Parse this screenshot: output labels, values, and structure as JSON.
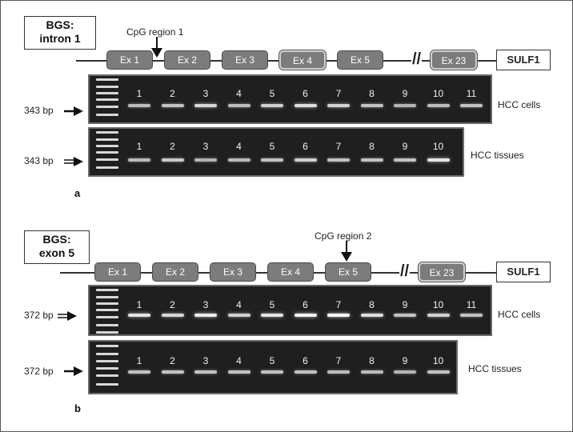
{
  "panel_a": {
    "letter": "a",
    "region_label_line1": "BGS:",
    "region_label_line2": "intron 1",
    "cpg_label": "CpG region 1",
    "exons": [
      "Ex 1",
      "Ex 2",
      "Ex 3",
      "Ex 4",
      "Ex 5",
      "Ex 23"
    ],
    "gene": "SULF1",
    "gel_cells": {
      "bp": "343 bp",
      "sample": "HCC cells",
      "lanes": [
        "1",
        "2",
        "3",
        "4",
        "5",
        "6",
        "7",
        "8",
        "9",
        "10",
        "11"
      ],
      "intensity": [
        0.55,
        0.6,
        0.75,
        0.55,
        0.7,
        0.8,
        0.72,
        0.6,
        0.5,
        0.55,
        0.6
      ]
    },
    "gel_tissues": {
      "bp": "343 bp",
      "sample": "HCC tissues",
      "lanes": [
        "1",
        "2",
        "3",
        "4",
        "5",
        "6",
        "7",
        "8",
        "9",
        "10"
      ],
      "intensity": [
        0.55,
        0.65,
        0.5,
        0.55,
        0.6,
        0.7,
        0.6,
        0.6,
        0.6,
        0.85
      ]
    }
  },
  "panel_b": {
    "letter": "b",
    "region_label_line1": "BGS:",
    "region_label_line2": "exon 5",
    "cpg_label": "CpG region 2",
    "exons": [
      "Ex 1",
      "Ex 2",
      "Ex 3",
      "Ex 4",
      "Ex 5",
      "Ex 23"
    ],
    "gene": "SULF1",
    "gel_cells": {
      "bp": "372 bp",
      "sample": "HCC cells",
      "lanes": [
        "1",
        "2",
        "3",
        "4",
        "5",
        "6",
        "7",
        "8",
        "9",
        "10",
        "11"
      ],
      "intensity": [
        0.85,
        0.75,
        0.9,
        0.7,
        0.85,
        0.95,
        1.0,
        0.8,
        0.6,
        0.7,
        0.6
      ]
    },
    "gel_tissues": {
      "bp": "372 bp",
      "sample": "HCC tissues",
      "lanes": [
        "1",
        "2",
        "3",
        "4",
        "5",
        "6",
        "7",
        "8",
        "9",
        "10"
      ],
      "intensity": [
        0.6,
        0.6,
        0.6,
        0.6,
        0.6,
        0.6,
        0.55,
        0.55,
        0.5,
        0.6
      ]
    }
  },
  "colors": {
    "gel_bg": "#1f1f1f",
    "exon_fill": "#7c7c7c",
    "band": "#d0d0d0"
  }
}
